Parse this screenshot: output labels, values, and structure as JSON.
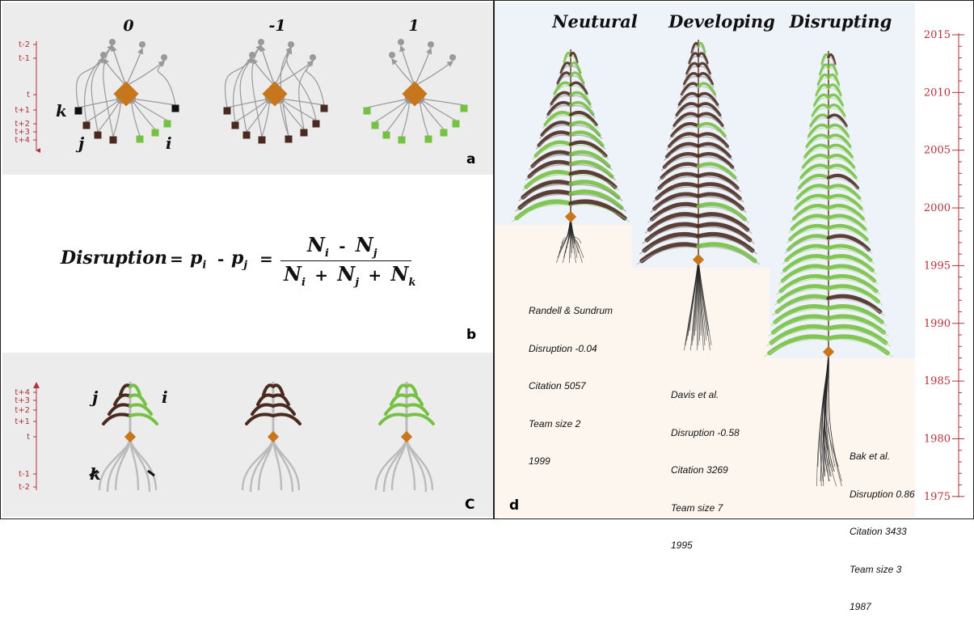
{
  "panel_a": {
    "label": "a",
    "columns": [
      "0",
      "-1",
      "1"
    ],
    "time_ticks": [
      "t-2",
      "t-1",
      "t",
      "t+1",
      "t+2",
      "t+3",
      "t+4"
    ],
    "node_labels": {
      "k": "k",
      "j": "j",
      "i": "i"
    }
  },
  "panel_b": {
    "label": "b",
    "word": "Disruption",
    "eq1": "=",
    "p_i": "p",
    "p_i_sub": "i",
    "minus": "-",
    "p_j": "p",
    "p_j_sub": "j",
    "eq2": "=",
    "num_ni": "N",
    "num_ni_sub": "i",
    "num_minus": "-",
    "num_nj": "N",
    "num_nj_sub": "j",
    "den_ni": "N",
    "den_ni_sub": "i",
    "den_plus1": "+",
    "den_nj": "N",
    "den_nj_sub": "j",
    "den_plus2": "+",
    "den_nk": "N",
    "den_nk_sub": "k"
  },
  "panel_c": {
    "label": "C",
    "time_ticks": [
      "t+4",
      "t+3",
      "t+2",
      "t+1",
      "t",
      "t-1",
      "t-2"
    ],
    "node_labels": {
      "j": "j",
      "i": "i",
      "k": "k"
    }
  },
  "panel_d": {
    "label": "d",
    "titles": [
      "Neutural",
      "Developing",
      "Disrupting"
    ],
    "years": [
      "2015",
      "2010",
      "2005",
      "2000",
      "1995",
      "1990",
      "1985",
      "1980",
      "1975"
    ],
    "papers": [
      {
        "name": "Randell & Sundrum",
        "disruption": "Disruption -0.04",
        "citation": "Citation 5057",
        "team": "Team size 2",
        "year": "1999"
      },
      {
        "name": "Davis et al.",
        "disruption": "Disruption -0.58",
        "citation": "Citation 3269",
        "team": "Team size 7",
        "year": "1995"
      },
      {
        "name": "Bak et al.",
        "disruption": "Disruption 0.86",
        "citation": "Citation 3433",
        "team": "Team size 3",
        "year": "1987"
      }
    ]
  },
  "colors": {
    "orange": "#c8761c",
    "brown": "#4a2a1f",
    "green": "#76c043",
    "black": "#111111",
    "gray": "#999999",
    "red": "#b5303a",
    "panel_bg": "#ececec",
    "sky": "#edf3f8",
    "ground": "#fdf6ef"
  }
}
